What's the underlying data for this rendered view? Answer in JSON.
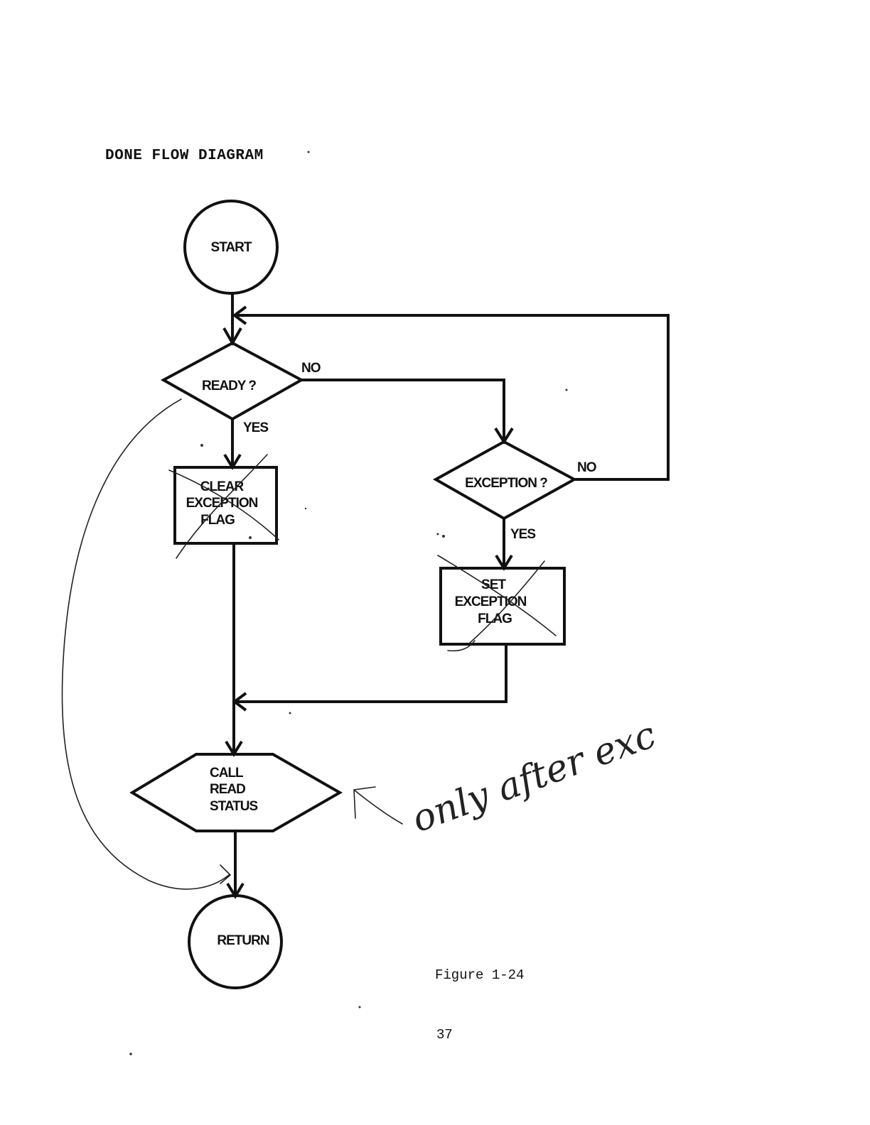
{
  "document": {
    "title": "DONE FLOW DIAGRAM",
    "caption": "Figure 1-24",
    "page_number": "37"
  },
  "flowchart": {
    "nodes": {
      "start": "START",
      "ready": "READY ?",
      "clear_flag": [
        "CLEAR",
        "EXCEPTION",
        "FLAG"
      ],
      "exception": "EXCEPTION ?",
      "set_flag": [
        "SET",
        "EXCEPTION",
        "FLAG"
      ],
      "call_status": [
        "CALL",
        "READ",
        "STATUS"
      ],
      "return": "RETURN"
    },
    "edge_labels": {
      "ready_no": "NO",
      "ready_yes": "YES",
      "exception_no": "NO",
      "exception_yes": "YES"
    }
  },
  "annotations": {
    "handwritten_note": "only after exc",
    "crossed_out": [
      "clear-exception-flag",
      "set-exception-flag"
    ]
  }
}
